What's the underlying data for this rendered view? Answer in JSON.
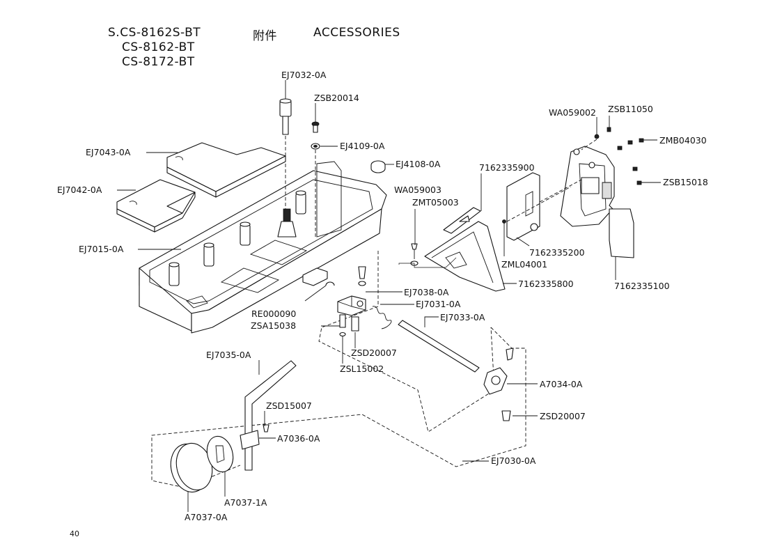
{
  "header": {
    "model_line_1": "S.CS-8162S-BT",
    "model_line_2": "CS-8162-BT",
    "model_line_3": "CS-8172-BT",
    "title_cn": "附件",
    "title_en": "ACCESSORIES"
  },
  "page_number": "40",
  "parts": {
    "ej7032": "EJ7032-0A",
    "zsb20014": "ZSB20014",
    "ej4109": "EJ4109-0A",
    "ej4108": "EJ4108-0A",
    "ej7043": "EJ7043-0A",
    "ej7042": "EJ7042-0A",
    "ej7015": "EJ7015-0A",
    "wa059002": "WA059002",
    "zsb11050": "ZSB11050",
    "zmb04030": "ZMB04030",
    "p7162335900": "7162335900",
    "zsb15018": "ZSB15018",
    "wa059003": "WA059003",
    "zmt05003": "ZMT05003",
    "p7162335200": "7162335200",
    "zml04001": "ZML04001",
    "p7162335800": "7162335800",
    "p7162335100": "7162335100",
    "ej7038": "EJ7038-0A",
    "re000090": "RE000090",
    "ej7031": "EJ7031-0A",
    "zsa15038": "ZSA15038",
    "ej7033": "EJ7033-0A",
    "zsd20007a": "ZSD20007",
    "zsl15002": "ZSL15002",
    "ej7035": "EJ7035-0A",
    "a7034": "A7034-0A",
    "zsd15007": "ZSD15007",
    "zsd20007b": "ZSD20007",
    "a7036": "A7036-0A",
    "ej7030": "EJ7030-0A",
    "a7037_1": "A7037-1A",
    "a7037_0": "A7037-0A"
  }
}
